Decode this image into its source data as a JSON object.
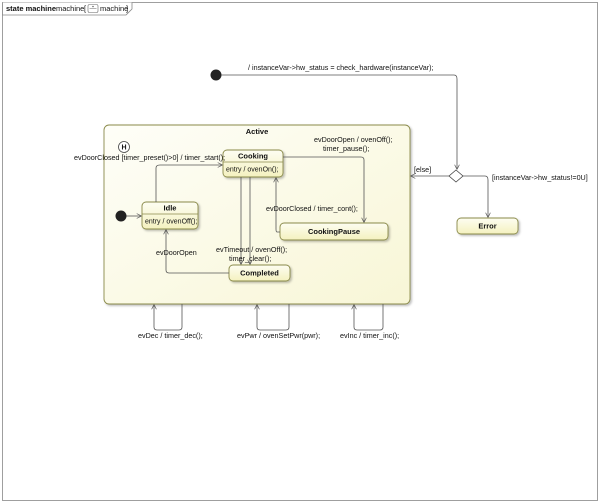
{
  "header": {
    "keyword": "state machine",
    "name": "machine",
    "icon": "state-machine-icon",
    "bracket_name": "machine"
  },
  "regions": {
    "active": {
      "name": "Active"
    }
  },
  "states": {
    "cooking": {
      "name": "Cooking",
      "action": "entry / ovenOn();"
    },
    "idle": {
      "name": "Idle",
      "action": "entry / ovenOff();"
    },
    "cooking_pause": {
      "name": "CookingPause"
    },
    "completed": {
      "name": "Completed"
    },
    "error": {
      "name": "Error"
    },
    "history": {
      "symbol": "H"
    }
  },
  "transitions": {
    "initial_check": "/ instanceVar->hw_status = check_hardware(instanceVar);",
    "door_closed_start": "evDoorClosed [timer_preset()>0] / timer_start();",
    "door_open_pause_1": "evDoorOpen / ovenOff();",
    "door_open_pause_2": "timer_pause();",
    "door_closed_cont": "evDoorClosed / timer_cont();",
    "timeout_1": "evTimeout / ovenOff();",
    "timeout_2": "timer_clear();",
    "door_open_idle": "evDoorOpen",
    "else_guard": "[else]",
    "hw_error_guard": "[instanceVar->hw_status!=0U]",
    "ev_dec": "evDec / timer_dec();",
    "ev_pwr": "evPwr /  ovenSetPwr(pwr);",
    "ev_inc": "evInc / timer_inc();"
  },
  "colors": {
    "state_fill_top": "#fdfdf2",
    "state_fill_bottom": "#f4f1bf",
    "region_fill_top": "#fefef8",
    "region_fill_bottom": "#f8f6d6",
    "border": "#8a8a4a",
    "edge": "#555555"
  }
}
